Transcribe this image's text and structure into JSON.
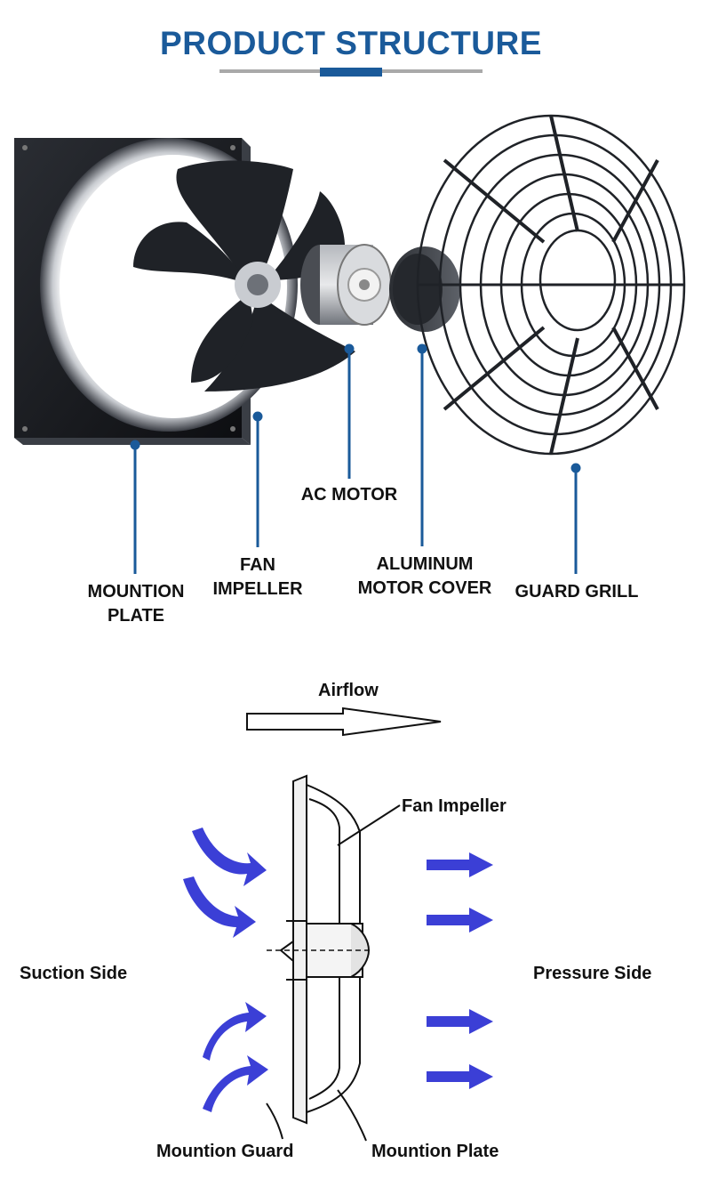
{
  "header": {
    "title": "PRODUCT STRUCTURE"
  },
  "structure_labels": {
    "mountion_plate": [
      "MOUNTION",
      "PLATE"
    ],
    "fan_impeller": [
      "FAN",
      "IMPELLER"
    ],
    "ac_motor": "AC MOTOR",
    "aluminum_motor_cover": [
      "ALUMINUM",
      "MOTOR COVER"
    ],
    "guard_grill": "GUARD GRILL"
  },
  "airflow_diagram": {
    "airflow_label": "Airflow",
    "fan_impeller_label": "Fan Impeller",
    "suction_side_label": "Suction Side",
    "pressure_side_label": "Pressure Side",
    "mountion_guard_label": "Mountion Guard",
    "mountion_plate_label": "Mountion Plate"
  },
  "colors": {
    "title_blue": "#1a5a9a",
    "leader_blue": "#1a5a9a",
    "arrow_blue": "#3b3fd6",
    "title_bar_gray": "#a9a9a9"
  }
}
